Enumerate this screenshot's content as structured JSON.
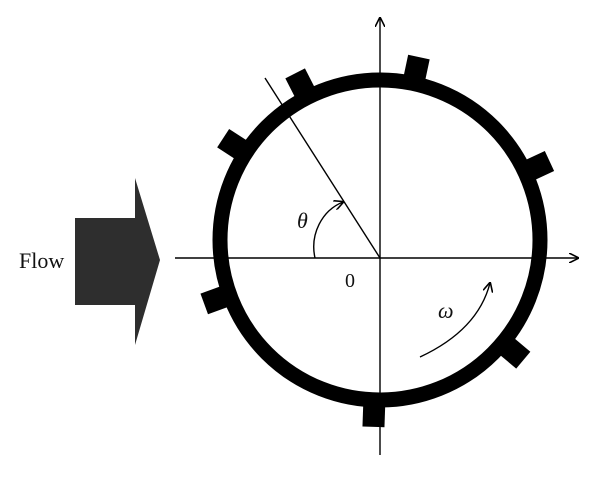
{
  "diagram": {
    "flow_label": "Flow",
    "origin_label": "0",
    "angle_label": "θ",
    "angular_velocity_label": "ω",
    "blade_count": 7
  },
  "colors": {
    "ring": "#000000",
    "arrow_fill": "#2e2e2e",
    "axes": "#000000",
    "background": "#ffffff"
  }
}
